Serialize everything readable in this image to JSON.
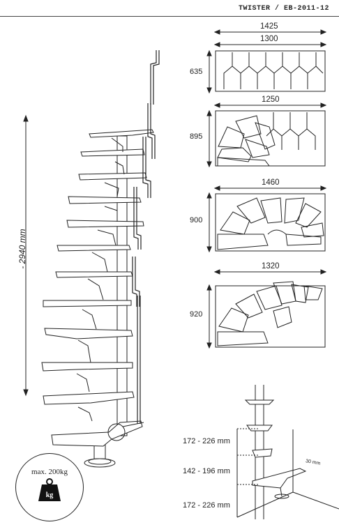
{
  "header": {
    "title": "TWISTER / EB-2011-12"
  },
  "height_label": "- 2940 mm",
  "plans": [
    {
      "outer_width": "1425",
      "inner_width": "1300",
      "depth": "635"
    },
    {
      "outer_width": "",
      "inner_width": "1250",
      "depth": "895"
    },
    {
      "outer_width": "",
      "inner_width": "1460",
      "depth": "900"
    },
    {
      "outer_width": "",
      "inner_width": "1320",
      "depth": "920"
    }
  ],
  "riser_detail": {
    "top_range": "172 - 226 mm",
    "mid_range": "142 - 196 mm",
    "bottom_range": "172 - 226 mm",
    "thickness": "30 mm"
  },
  "load_badge": {
    "text": "max. 200kg",
    "unit": "kg"
  },
  "colors": {
    "line": "#222222",
    "fill": "#ffffff",
    "badge_icon": "#111111"
  }
}
